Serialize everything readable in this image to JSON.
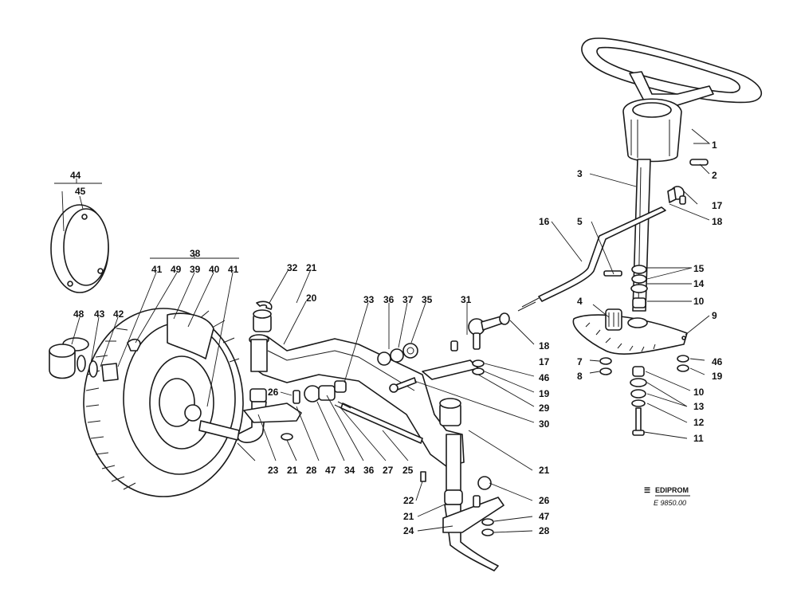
{
  "callouts": {
    "c1": "1",
    "c2": "2",
    "c3": "3",
    "c4": "4",
    "c5": "5",
    "c7": "7",
    "c8": "8",
    "c9": "9",
    "c10a": "10",
    "c10b": "10",
    "c11": "11",
    "c12": "12",
    "c13": "13",
    "c14": "14",
    "c15": "15",
    "c16": "16",
    "c17a": "17",
    "c17b": "17",
    "c18a": "18",
    "c18b": "18",
    "c19a": "19",
    "c19b": "19",
    "c20": "20",
    "c21a": "21",
    "c21b": "21",
    "c21c": "21",
    "c21d": "21",
    "c22": "22",
    "c23": "23",
    "c24": "24",
    "c25": "25",
    "c26a": "26",
    "c26b": "26",
    "c27": "27",
    "c28a": "28",
    "c28b": "28",
    "c29": "29",
    "c30": "30",
    "c31": "31",
    "c32": "32",
    "c33": "33",
    "c34": "34",
    "c35": "35",
    "c36a": "36",
    "c36b": "36",
    "c37": "37",
    "c38": "38",
    "c39": "39",
    "c40": "40",
    "c41a": "41",
    "c41b": "41",
    "c42": "42",
    "c43": "43",
    "c44": "44",
    "c45": "45",
    "c46a": "46",
    "c46b": "46",
    "c47a": "47",
    "c47b": "47",
    "c48": "48",
    "c49": "49"
  },
  "logo": {
    "brand": "EDIPROM",
    "code": "E 9850.00"
  }
}
